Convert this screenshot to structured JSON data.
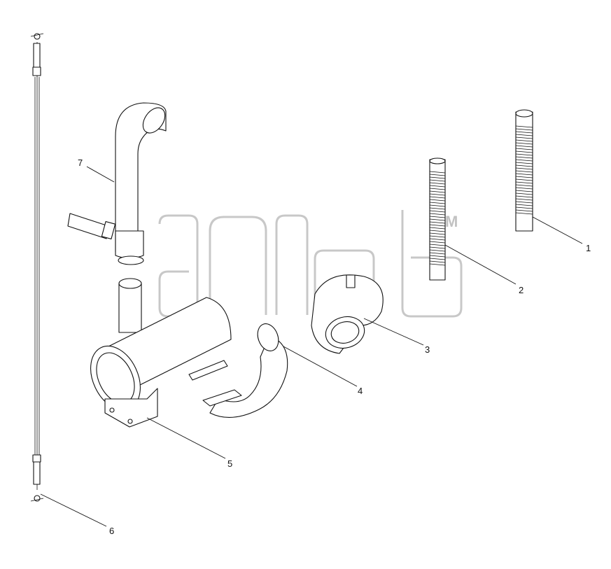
{
  "diagram": {
    "watermark_text": "M",
    "callouts": [
      {
        "id": "1",
        "label": "1",
        "part": "corrugated-hose-long"
      },
      {
        "id": "2",
        "label": "2",
        "part": "corrugated-hose-short"
      },
      {
        "id": "3",
        "label": "3",
        "part": "elbow-with-nipple"
      },
      {
        "id": "4",
        "label": "4",
        "part": "exhaust-pipe-bend"
      },
      {
        "id": "5",
        "label": "5",
        "part": "muffler"
      },
      {
        "id": "6",
        "label": "6",
        "part": "tie-rod"
      },
      {
        "id": "7",
        "label": "7",
        "part": "exhaust-stack"
      }
    ]
  }
}
